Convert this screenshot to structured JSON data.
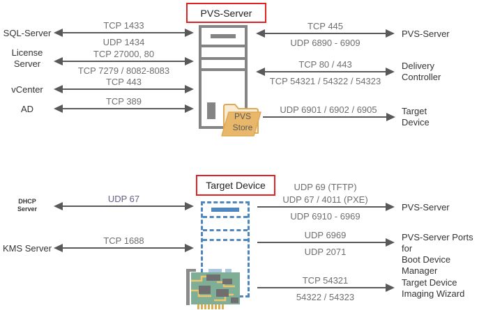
{
  "colors": {
    "title_border": "#e02222",
    "arrow_gray": "#595959",
    "port_text_gray": "#6e6e6e",
    "udp67_purple": "#665e85",
    "dashed_blue": "#4e86c0",
    "folder_tan": "#e9b76a",
    "tower_gray": "#848484"
  },
  "pvs": {
    "title": "PVS-Server",
    "store_label": "PVS\nStore",
    "left": [
      {
        "label": "SQL-Server",
        "above": "TCP 1433",
        "below": "UDP 1434"
      },
      {
        "label": "License\nServer",
        "above": "TCP 27000, 80",
        "below": "TCP 7279 / 8082-8083"
      },
      {
        "label": "vCenter",
        "above": "TCP 443"
      },
      {
        "label": "AD",
        "above": "TCP 389"
      }
    ],
    "right": [
      {
        "label": "PVS-Server",
        "above": "TCP 445",
        "below": "UDP 6890 - 6909"
      },
      {
        "label": "Delivery\nController",
        "above": "TCP 80 / 443",
        "below": "TCP 54321 / 54322 / 54323"
      },
      {
        "label": "Target\nDevice",
        "above": "UDP 6901 / 6902 / 6905"
      }
    ]
  },
  "target": {
    "title": "Target Device",
    "left": [
      {
        "label": "DHCP\nServer",
        "above": "UDP 67"
      },
      {
        "label": "KMS Server",
        "above": "TCP 1688"
      }
    ],
    "right": [
      {
        "label": "PVS-Server",
        "above1": "UDP 69 (TFTP)",
        "above2": "UDP 67 / 4011 (PXE)",
        "below": "UDP 6910 - 6969"
      },
      {
        "label": "PVS-Server Ports for\nBoot Device Manager",
        "above": "UDP 6969",
        "below": "UDP 2071"
      },
      {
        "label": "Target Device\nImaging Wizard",
        "above": "TCP 54321",
        "below": "54322 / 54323"
      }
    ]
  }
}
